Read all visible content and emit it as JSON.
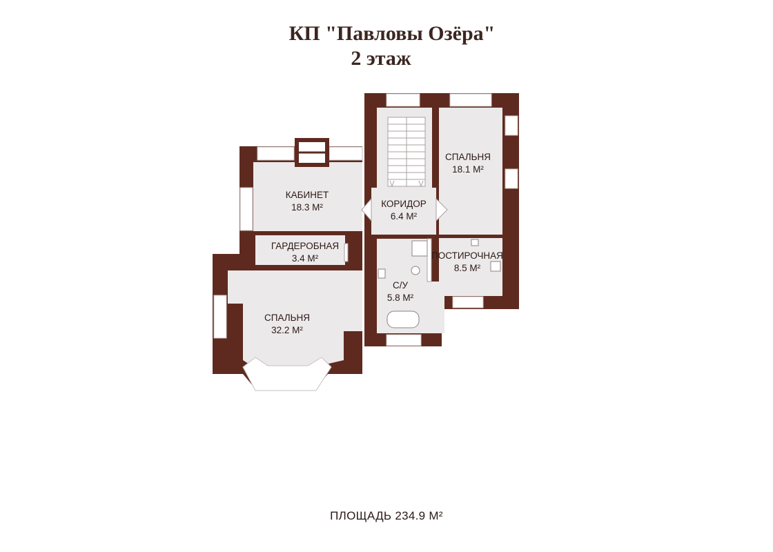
{
  "header": {
    "title": "КП \"Павловы Озёра\"",
    "floor": "2 этаж"
  },
  "colors": {
    "wall": "#5e2a1f",
    "room_fill": "#ece9ea",
    "glass": "#ffffff",
    "text": "#2a1a16"
  },
  "rooms": {
    "bedroom_large": {
      "name": "СПАЛЬНЯ",
      "area": "32.2 М²"
    },
    "cabinet": {
      "name": "КАБИНЕТ",
      "area": "18.3 М²"
    },
    "wardrobe": {
      "name": "ГАРДЕРОБНАЯ",
      "area": "3.4 М²"
    },
    "corridor": {
      "name": "КОРИДОР",
      "area": "6.4 М²"
    },
    "bathroom": {
      "name": "С/У",
      "area": "5.8 М²"
    },
    "bedroom_small": {
      "name": "СПАЛЬНЯ",
      "area": "18.1 М²"
    },
    "laundry": {
      "name": "ПОСТИРОЧНАЯ",
      "area": "8.5 М²"
    }
  },
  "footer": {
    "total_area": "ПЛОЩАДЬ 234.9 М²"
  }
}
